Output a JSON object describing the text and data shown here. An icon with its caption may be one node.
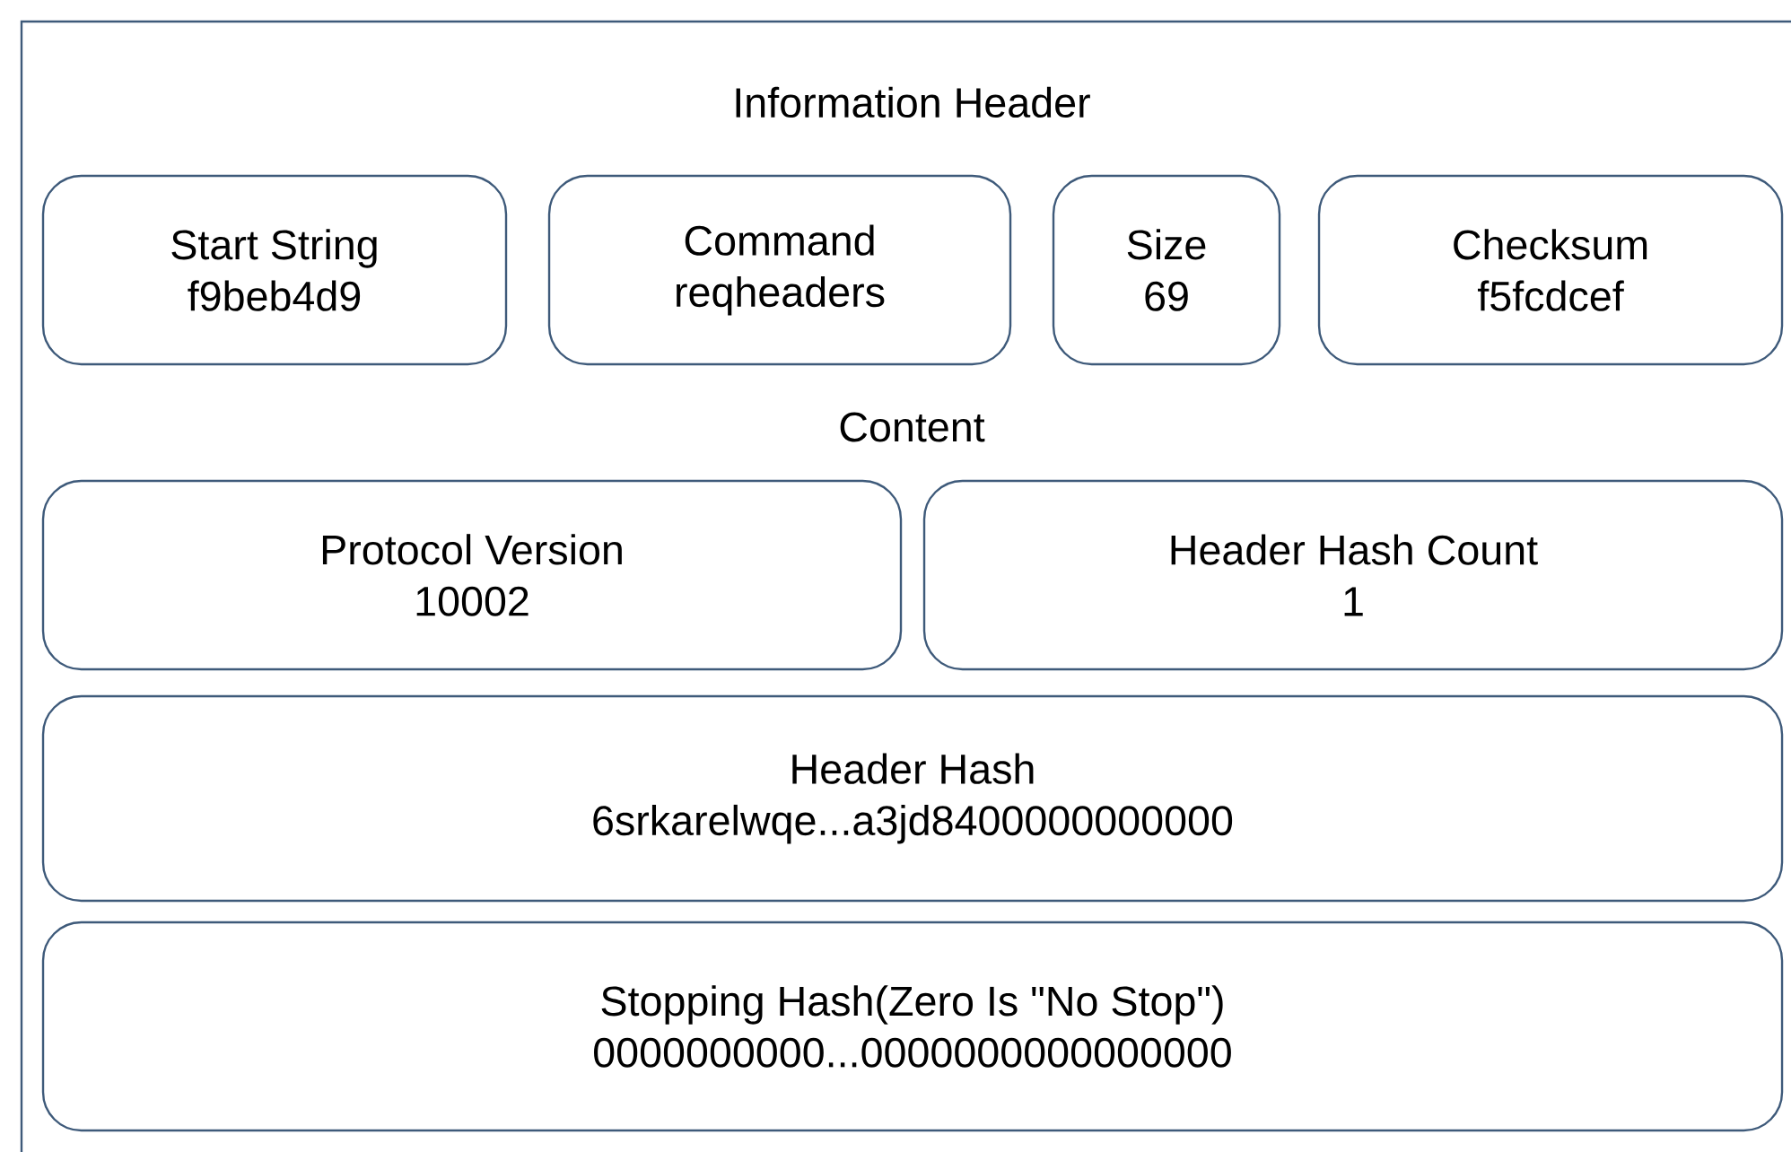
{
  "diagram": {
    "nodes": [
      {
        "text": [
          "Information Header",
          "Content"
        ]
      },
      {
        "text": [
          "Start String",
          "f9beb4d9"
        ],
        "in": 0
      },
      {
        "text": [
          "Command",
          "reqheaders"
        ],
        "in": 0
      },
      {
        "text": [
          "Size",
          "69"
        ],
        "in": 0
      },
      {
        "text": [
          "Checksum",
          "f5fcdcef"
        ],
        "in": 0
      },
      {
        "text": [
          "Protocol Version",
          "10002"
        ],
        "in": 0
      },
      {
        "text": [
          "Header Hash Count",
          "1"
        ],
        "in": 0
      },
      {
        "text": [
          "Header Hash",
          "6srkarelwqe...a3jd8400000000000"
        ],
        "in": 0
      },
      {
        "text": [
          "Stopping Hash(Zero Is \"No Stop\")",
          "0000000000...0000000000000000"
        ],
        "in": 0
      }
    ]
  }
}
